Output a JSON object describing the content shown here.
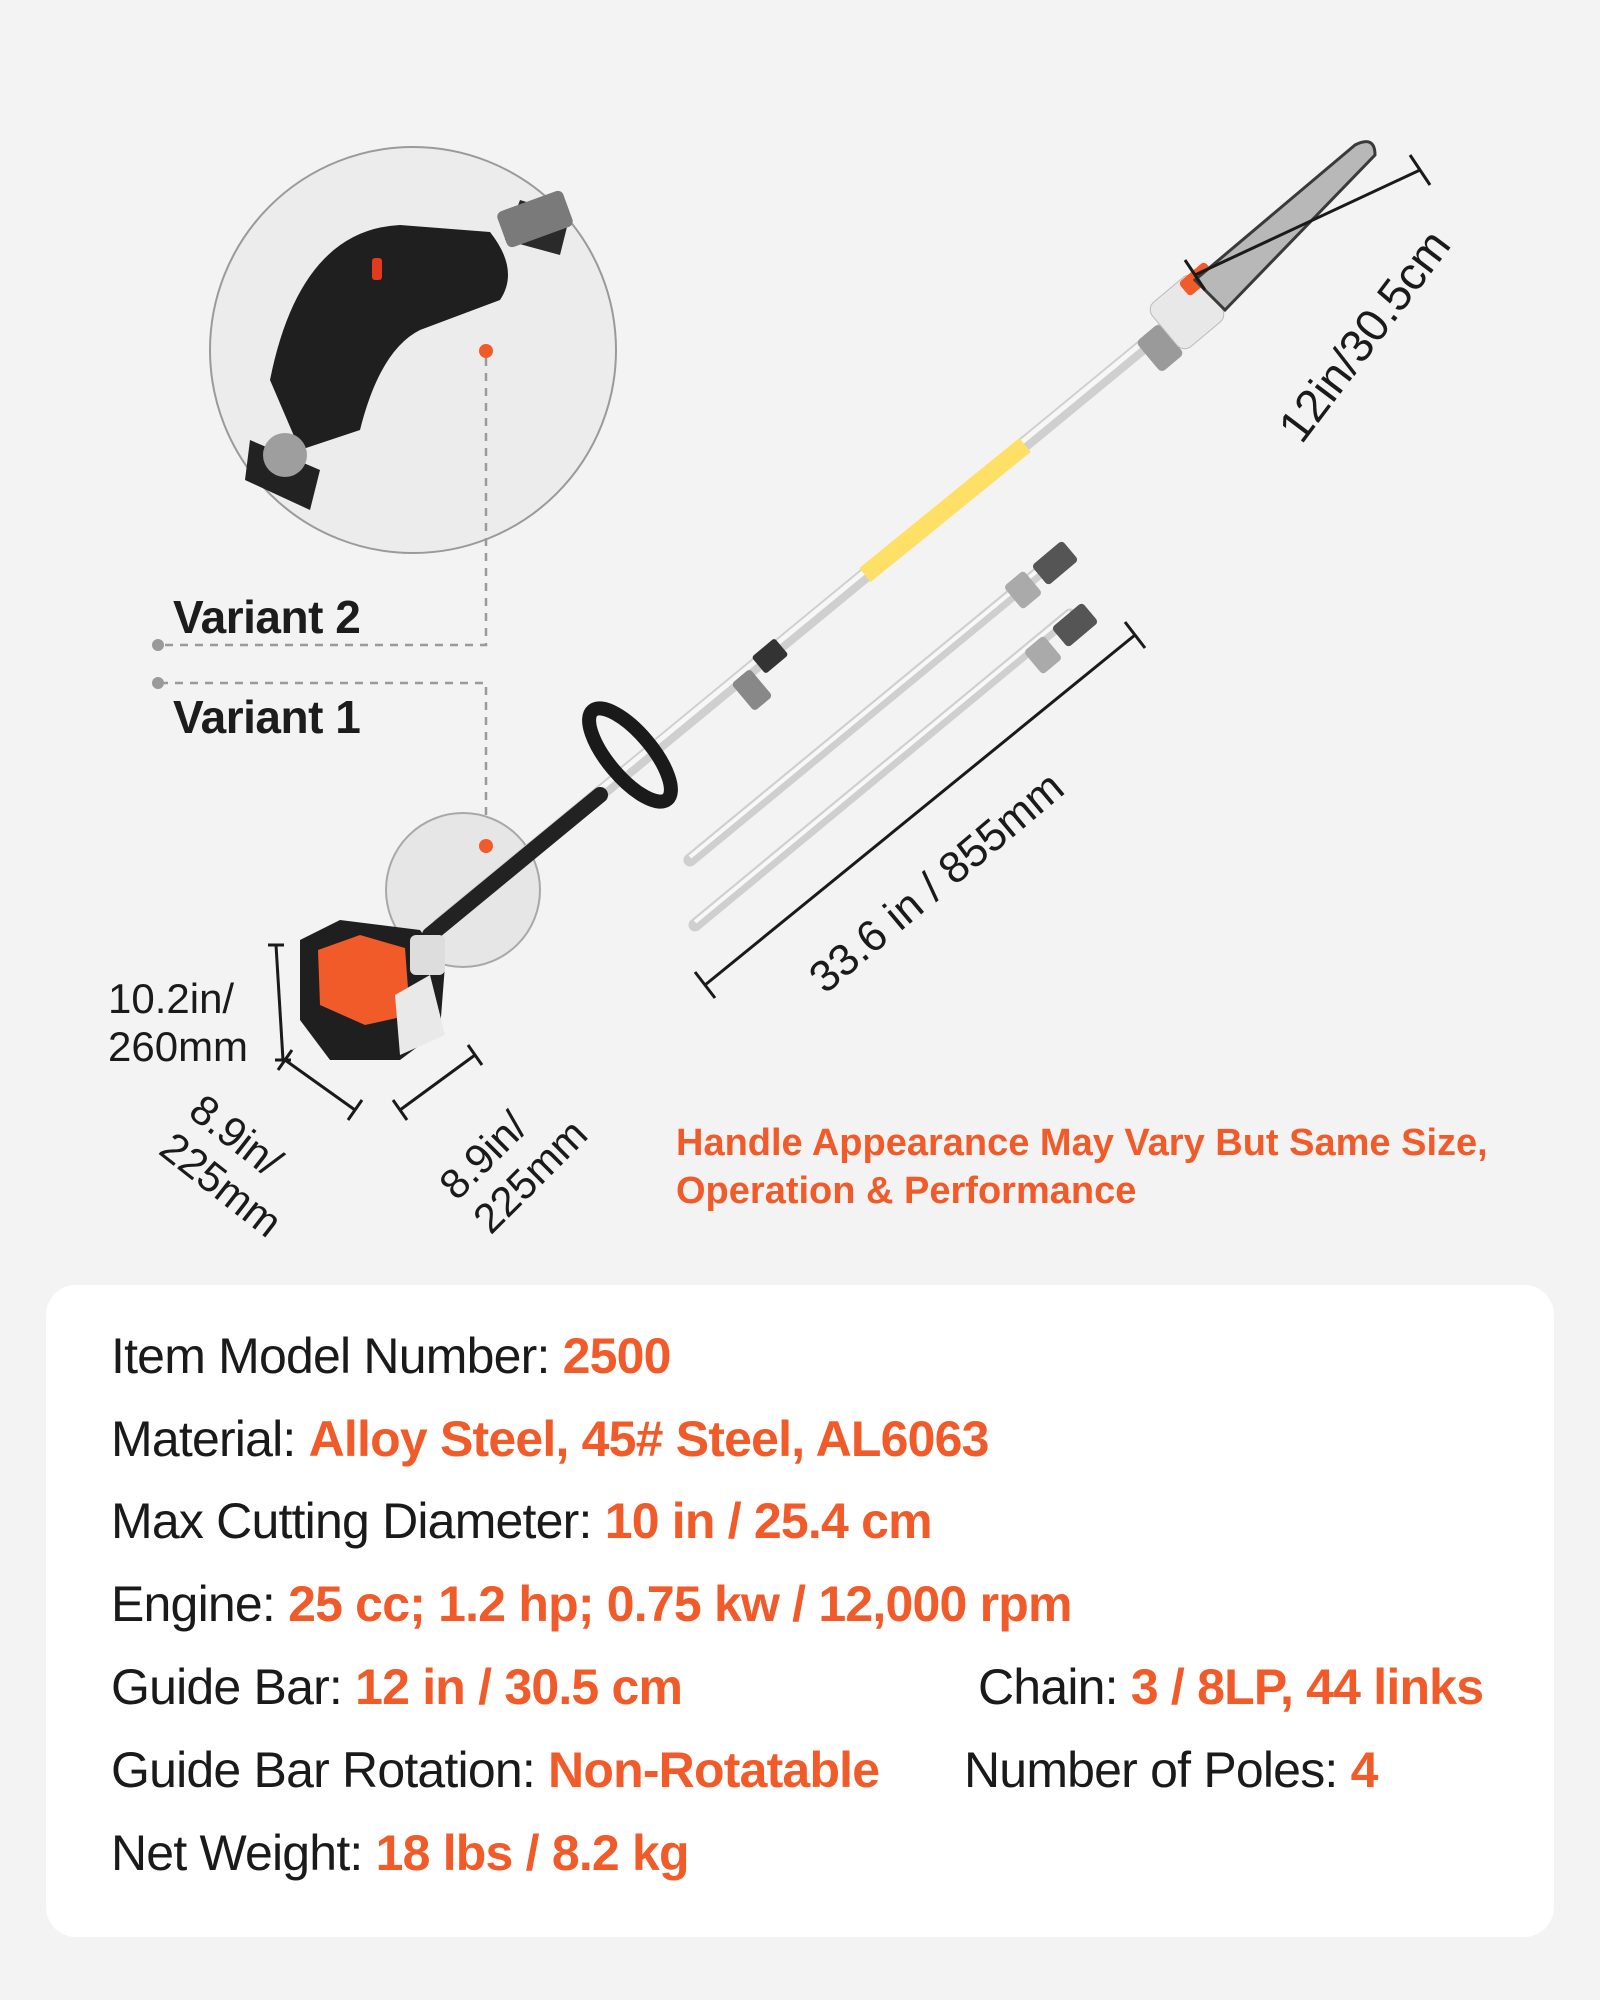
{
  "variants": {
    "variant2": "Variant 2",
    "variant1": "Variant 1"
  },
  "dimensions": {
    "guide_bar": "12in/30.5cm",
    "extension_pole": "33.6 in / 855mm",
    "engine_height_line1": "10.2in/",
    "engine_height_line2": "260mm",
    "engine_depth_line1": "8.9in/",
    "engine_depth_line2": "225mm",
    "engine_width_line1": "8.9in/",
    "engine_width_line2": "225mm"
  },
  "note": {
    "line1": "Handle Appearance May Vary But Same Size,",
    "line2": "Operation & Performance"
  },
  "specs": {
    "model": {
      "label": "Item Model Number: ",
      "value": "2500"
    },
    "material": {
      "label": "Material: ",
      "value": "Alloy Steel, 45# Steel, AL6063"
    },
    "max_cut": {
      "label": "Max Cutting Diameter: ",
      "value": "10 in / 25.4 cm"
    },
    "engine": {
      "label": "Engine: ",
      "value": "25 cc; 1.2 hp; 0.75 kw / 12,000 rpm"
    },
    "guide_bar": {
      "label": "Guide Bar: ",
      "value": "12 in / 30.5 cm"
    },
    "chain": {
      "label": "Chain: ",
      "value": "3 / 8LP, 44 links"
    },
    "rotation": {
      "label": "Guide Bar Rotation: ",
      "value": "Non-Rotatable"
    },
    "poles": {
      "label": "Number of Poles: ",
      "value": "4"
    },
    "weight": {
      "label": "Net Weight: ",
      "value": "18 lbs / 8.2 kg"
    }
  },
  "colors": {
    "accent": "#f15a29",
    "text": "#1a1a1a",
    "background": "#f3f3f3",
    "card": "#ffffff"
  }
}
